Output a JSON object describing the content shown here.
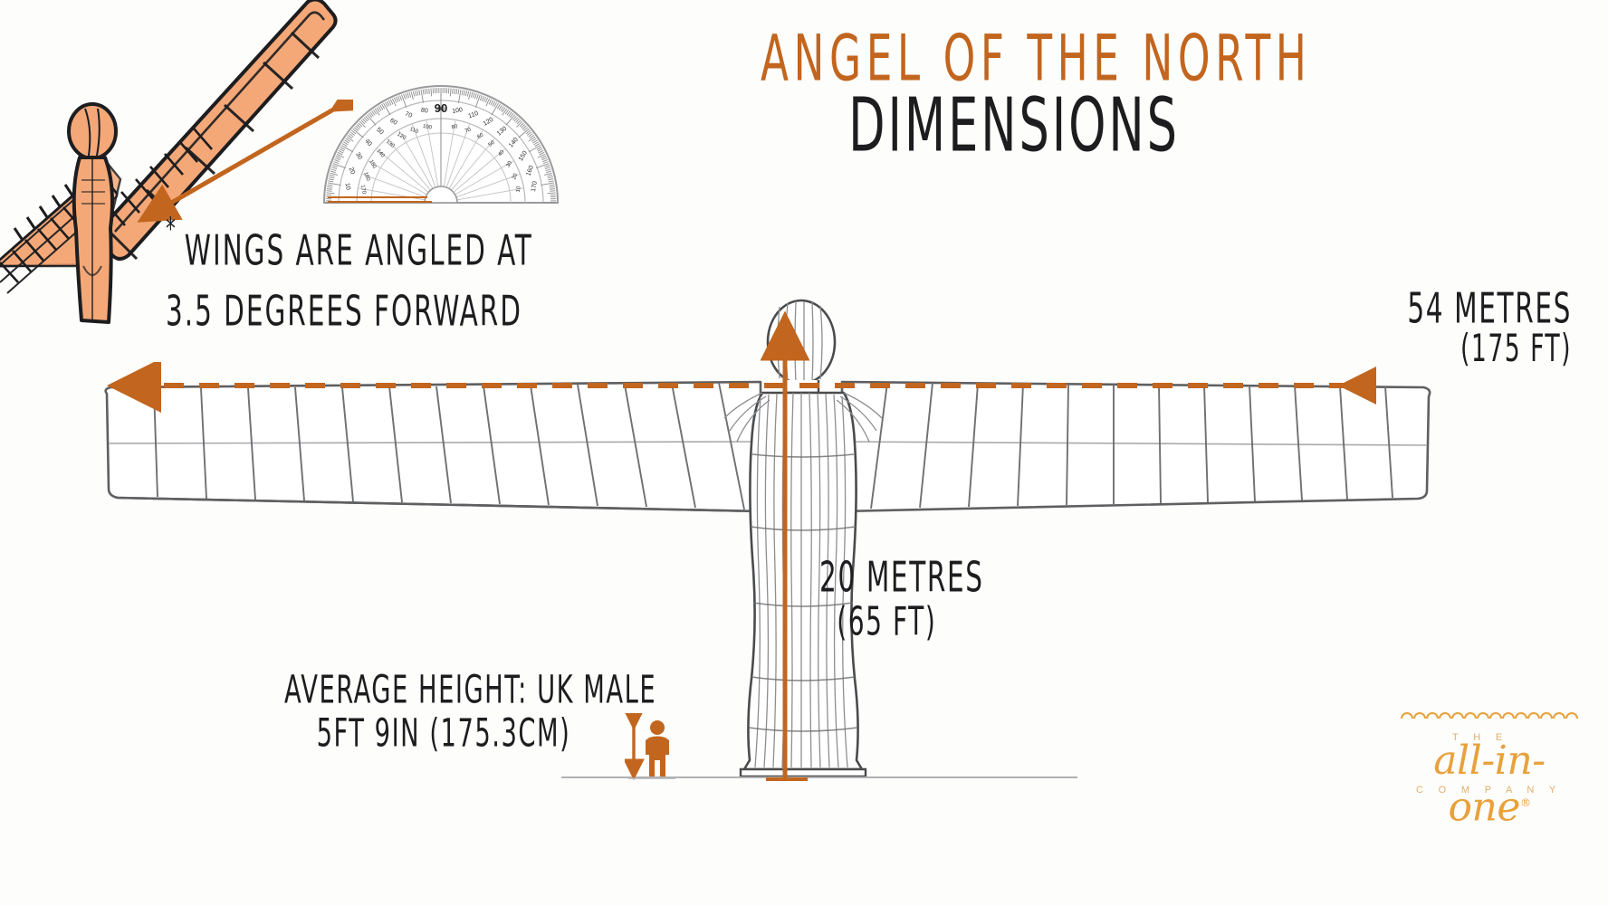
{
  "title": {
    "main": "ANGEL OF THE NORTH",
    "sub": "DIMENSIONS",
    "main_color": "#c2651e",
    "sub_color": "#1d1d1f"
  },
  "annotations": {
    "wing_angle": {
      "star": "*",
      "line1": "WINGS ARE ANGLED AT",
      "line2": "3.5 DEGREES FORWARD"
    },
    "wingspan": {
      "line1": "54 METRES",
      "line2": "(175 FT)"
    },
    "height": {
      "line1": "20 METRES",
      "line2": "(65 FT)"
    },
    "average_person": {
      "line1": "AVERAGE HEIGHT: UK MALE",
      "line2": "5FT 9IN (175.3CM)"
    }
  },
  "protractor": {
    "center_label": "90",
    "outer_ticks": [
      "10",
      "20",
      "30",
      "40",
      "50",
      "60",
      "70",
      "80",
      "90",
      "100",
      "110",
      "120",
      "130",
      "140",
      "150",
      "160",
      "170"
    ],
    "inner_ticks": [
      "170",
      "160",
      "150",
      "140",
      "130",
      "120",
      "110",
      "100",
      "90",
      "80",
      "70",
      "60",
      "50",
      "40",
      "30",
      "20",
      "10"
    ]
  },
  "logo": {
    "word": "all-in-one",
    "reg": "®",
    "top": "T H E",
    "bottom": "C O M P A N Y",
    "color": "#e8a13c"
  },
  "colors": {
    "accent_orange": "#c2651e",
    "statue_fill": "#f4a878",
    "sketch_grey": "#6f7072",
    "sketch_dark": "#3b3c3e",
    "logo_gold": "#e8a13c",
    "background": "#ffffff"
  },
  "chart_data": {
    "type": "diagram",
    "title": "Angel of the North Dimensions",
    "measurements": [
      {
        "name": "wingspan",
        "value_m": 54,
        "value_ft": 175,
        "label": "54 METRES (175 FT)"
      },
      {
        "name": "height",
        "value_m": 20,
        "value_ft": 65,
        "label": "20 METRES (65 FT)"
      },
      {
        "name": "wing_forward_angle_degrees",
        "value": 3.5,
        "label": "3.5 DEGREES FORWARD"
      },
      {
        "name": "average_uk_male_height",
        "value_cm": 175.3,
        "label": "5FT 9IN (175.3CM)"
      }
    ]
  }
}
